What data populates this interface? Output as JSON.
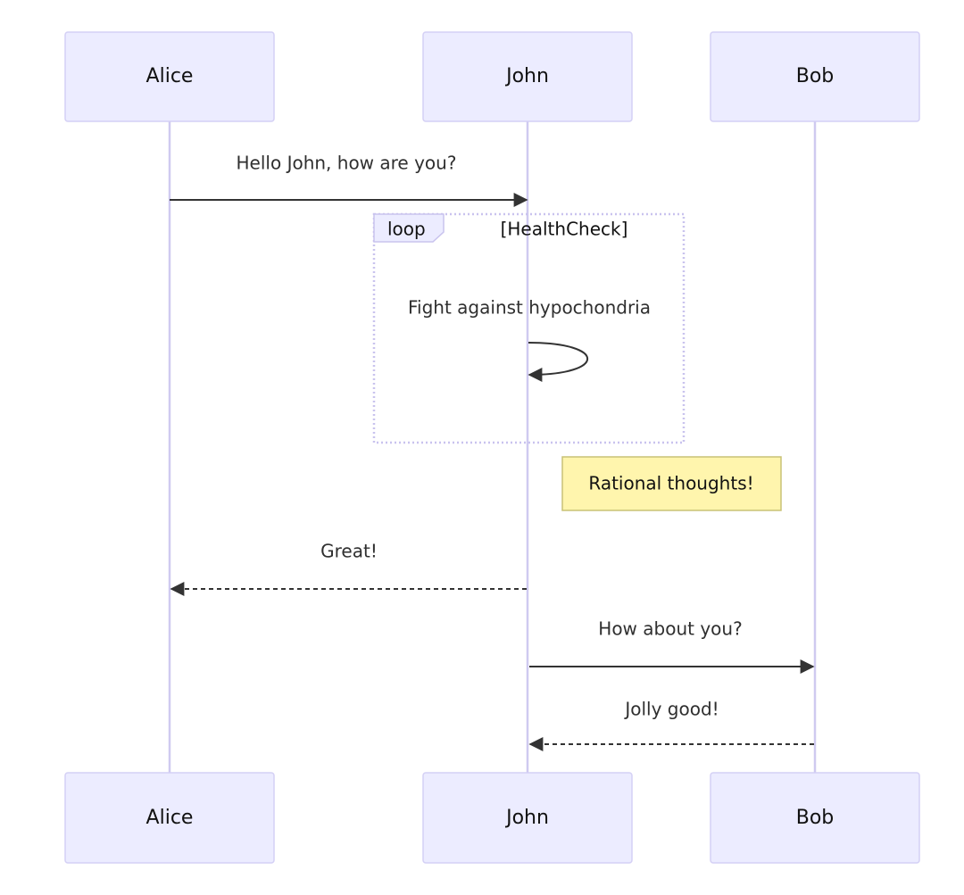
{
  "actors": {
    "alice": "Alice",
    "john": "John",
    "bob": "Bob"
  },
  "messages": {
    "hello": "Hello John, how are you?",
    "self": "Fight against hypochondria",
    "great": "Great!",
    "how_about": "How about you?",
    "jolly": "Jolly good!"
  },
  "loop": {
    "keyword": "loop",
    "condition": "[HealthCheck]"
  },
  "note": {
    "text": "Rational thoughts!"
  },
  "colors": {
    "actor_fill": "#ececff",
    "actor_stroke": "#d4d0f5",
    "note_fill": "#fff5ad",
    "arrow": "#333333"
  }
}
